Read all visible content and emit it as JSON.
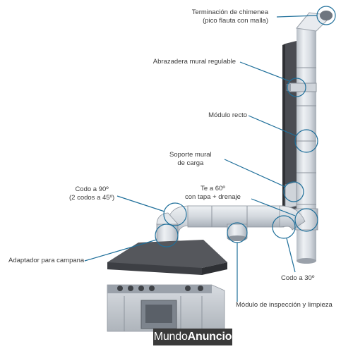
{
  "labels": {
    "terminacion": {
      "line1": "Terminación de chimenea",
      "line2": "(pico flauta con malla)"
    },
    "abrazadera": "Abrazadera mural regulable",
    "modulo_recto": "Módulo recto",
    "soporte": {
      "line1": "Soporte mural",
      "line2": "de carga"
    },
    "te60": {
      "line1": "Te a 60º",
      "line2": "con tapa + drenaje"
    },
    "codo90": {
      "line1": "Codo a 90º",
      "line2": "(2 codos a 45º)"
    },
    "adaptador": "Adaptador para campana",
    "codo30": "Codo a 30º",
    "modulo_inspeccion": "Módulo de inspección y limpieza"
  },
  "watermark": {
    "part1": "Mundo",
    "part2": "Anuncio"
  },
  "colors": {
    "callout": "#1f6f9a",
    "wall": "#4a4c52",
    "pipe": "#dfe3e8",
    "pipe_shade": "#b8bec6",
    "hood": "#55575c",
    "stove": "#c9ced3"
  }
}
